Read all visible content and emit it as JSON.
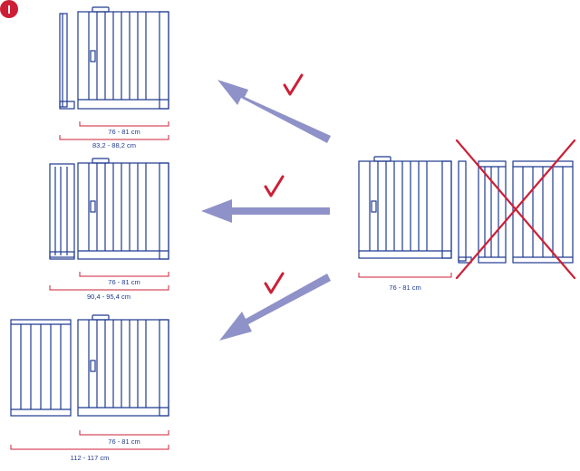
{
  "step": {
    "number": "I"
  },
  "colors": {
    "line": "#1f3a8f",
    "measure": "#cc1f36",
    "arrow": "#8f92c8",
    "cross": "#cc1f36",
    "check": "#cc1f36"
  },
  "config_a": {
    "gate_width": "76 - 81 cm",
    "total_width": "83,2 - 88,2 cm"
  },
  "config_b": {
    "gate_width": "76 - 81 cm",
    "total_width": "90,4 - 95,4 cm"
  },
  "config_c": {
    "gate_width": "76 - 81 cm",
    "total_width": "112 - 117 cm"
  },
  "base_gate": {
    "gate_width": "76 - 81 cm"
  }
}
